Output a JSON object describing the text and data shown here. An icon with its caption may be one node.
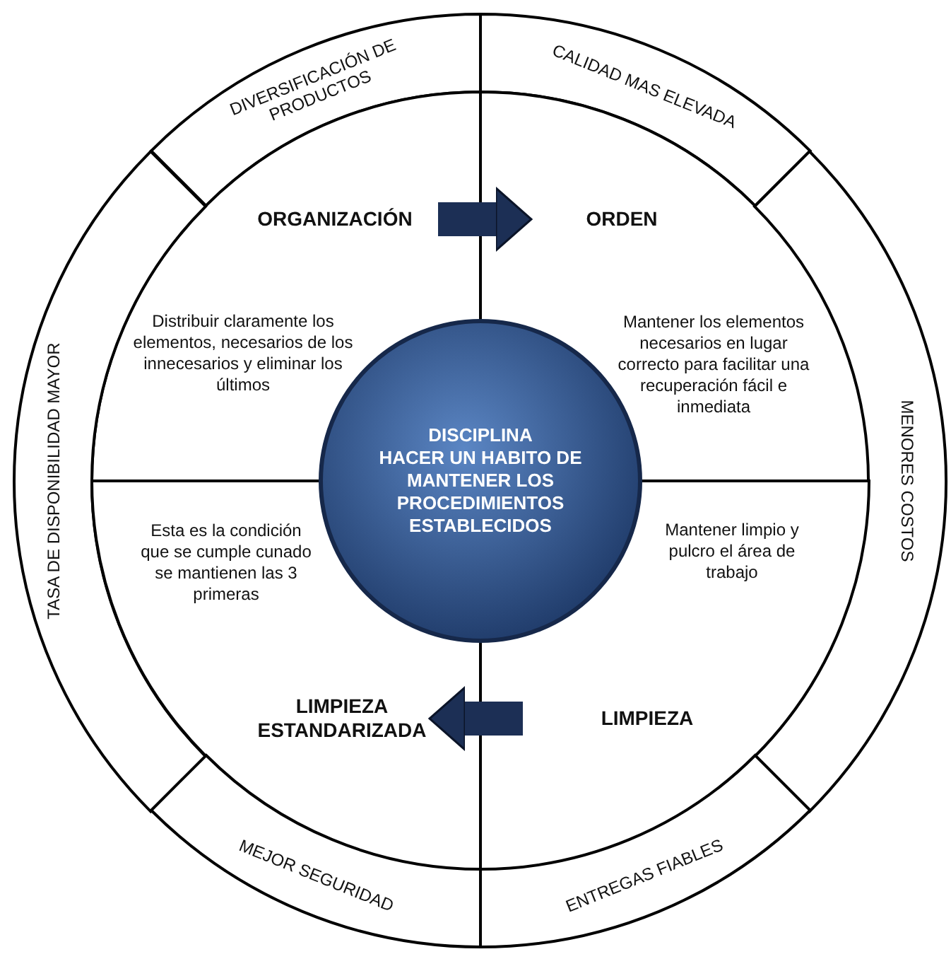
{
  "diagram": {
    "nodes": [
      {
        "text": [
          "DIVERSIFICACIÓN DE PRODUCTOS"
        ]
      },
      {
        "text": [
          "CALIDAD MAS ELEVADA"
        ]
      },
      {
        "text": [
          "ORGANIZACIÓN",
          "Distribuir claramente los elementos, necesarios de los innecesarios y eliminar los últimos"
        ]
      },
      {
        "text": [
          "ORDEN",
          "Mantener los elementos necesarios en lugar correcto para facilitar una recuperación fácil e inmediata"
        ]
      },
      {
        "text": [
          "TASA DE DISPONIBILIDAD MAYOR"
        ]
      },
      {
        "text": [
          "DISCIPLINA",
          "HACER UN HABITO DE MANTENER LOS PROCEDIMIENTOS ESTABLECIDOS"
        ]
      },
      {
        "text": [
          "MENORES COSTOS"
        ]
      },
      {
        "text": [
          "Esta es la condición que se cumple cunado se mantienen las 3 primeras",
          "LIMPIEZA ESTANDARIZADA"
        ]
      },
      {
        "text": [
          "Mantener limpio y pulcro el área de trabajo",
          "LIMPIEZA"
        ]
      },
      {
        "text": [
          "MEJOR SEGURIDAD"
        ]
      },
      {
        "text": [
          "ENTREGAS FIABLES"
        ]
      }
    ],
    "edges": [
      {
        "from": 2,
        "to": 3,
        "arrow": "to"
      },
      {
        "from": 8,
        "to": 7,
        "arrow": "to"
      }
    ]
  }
}
